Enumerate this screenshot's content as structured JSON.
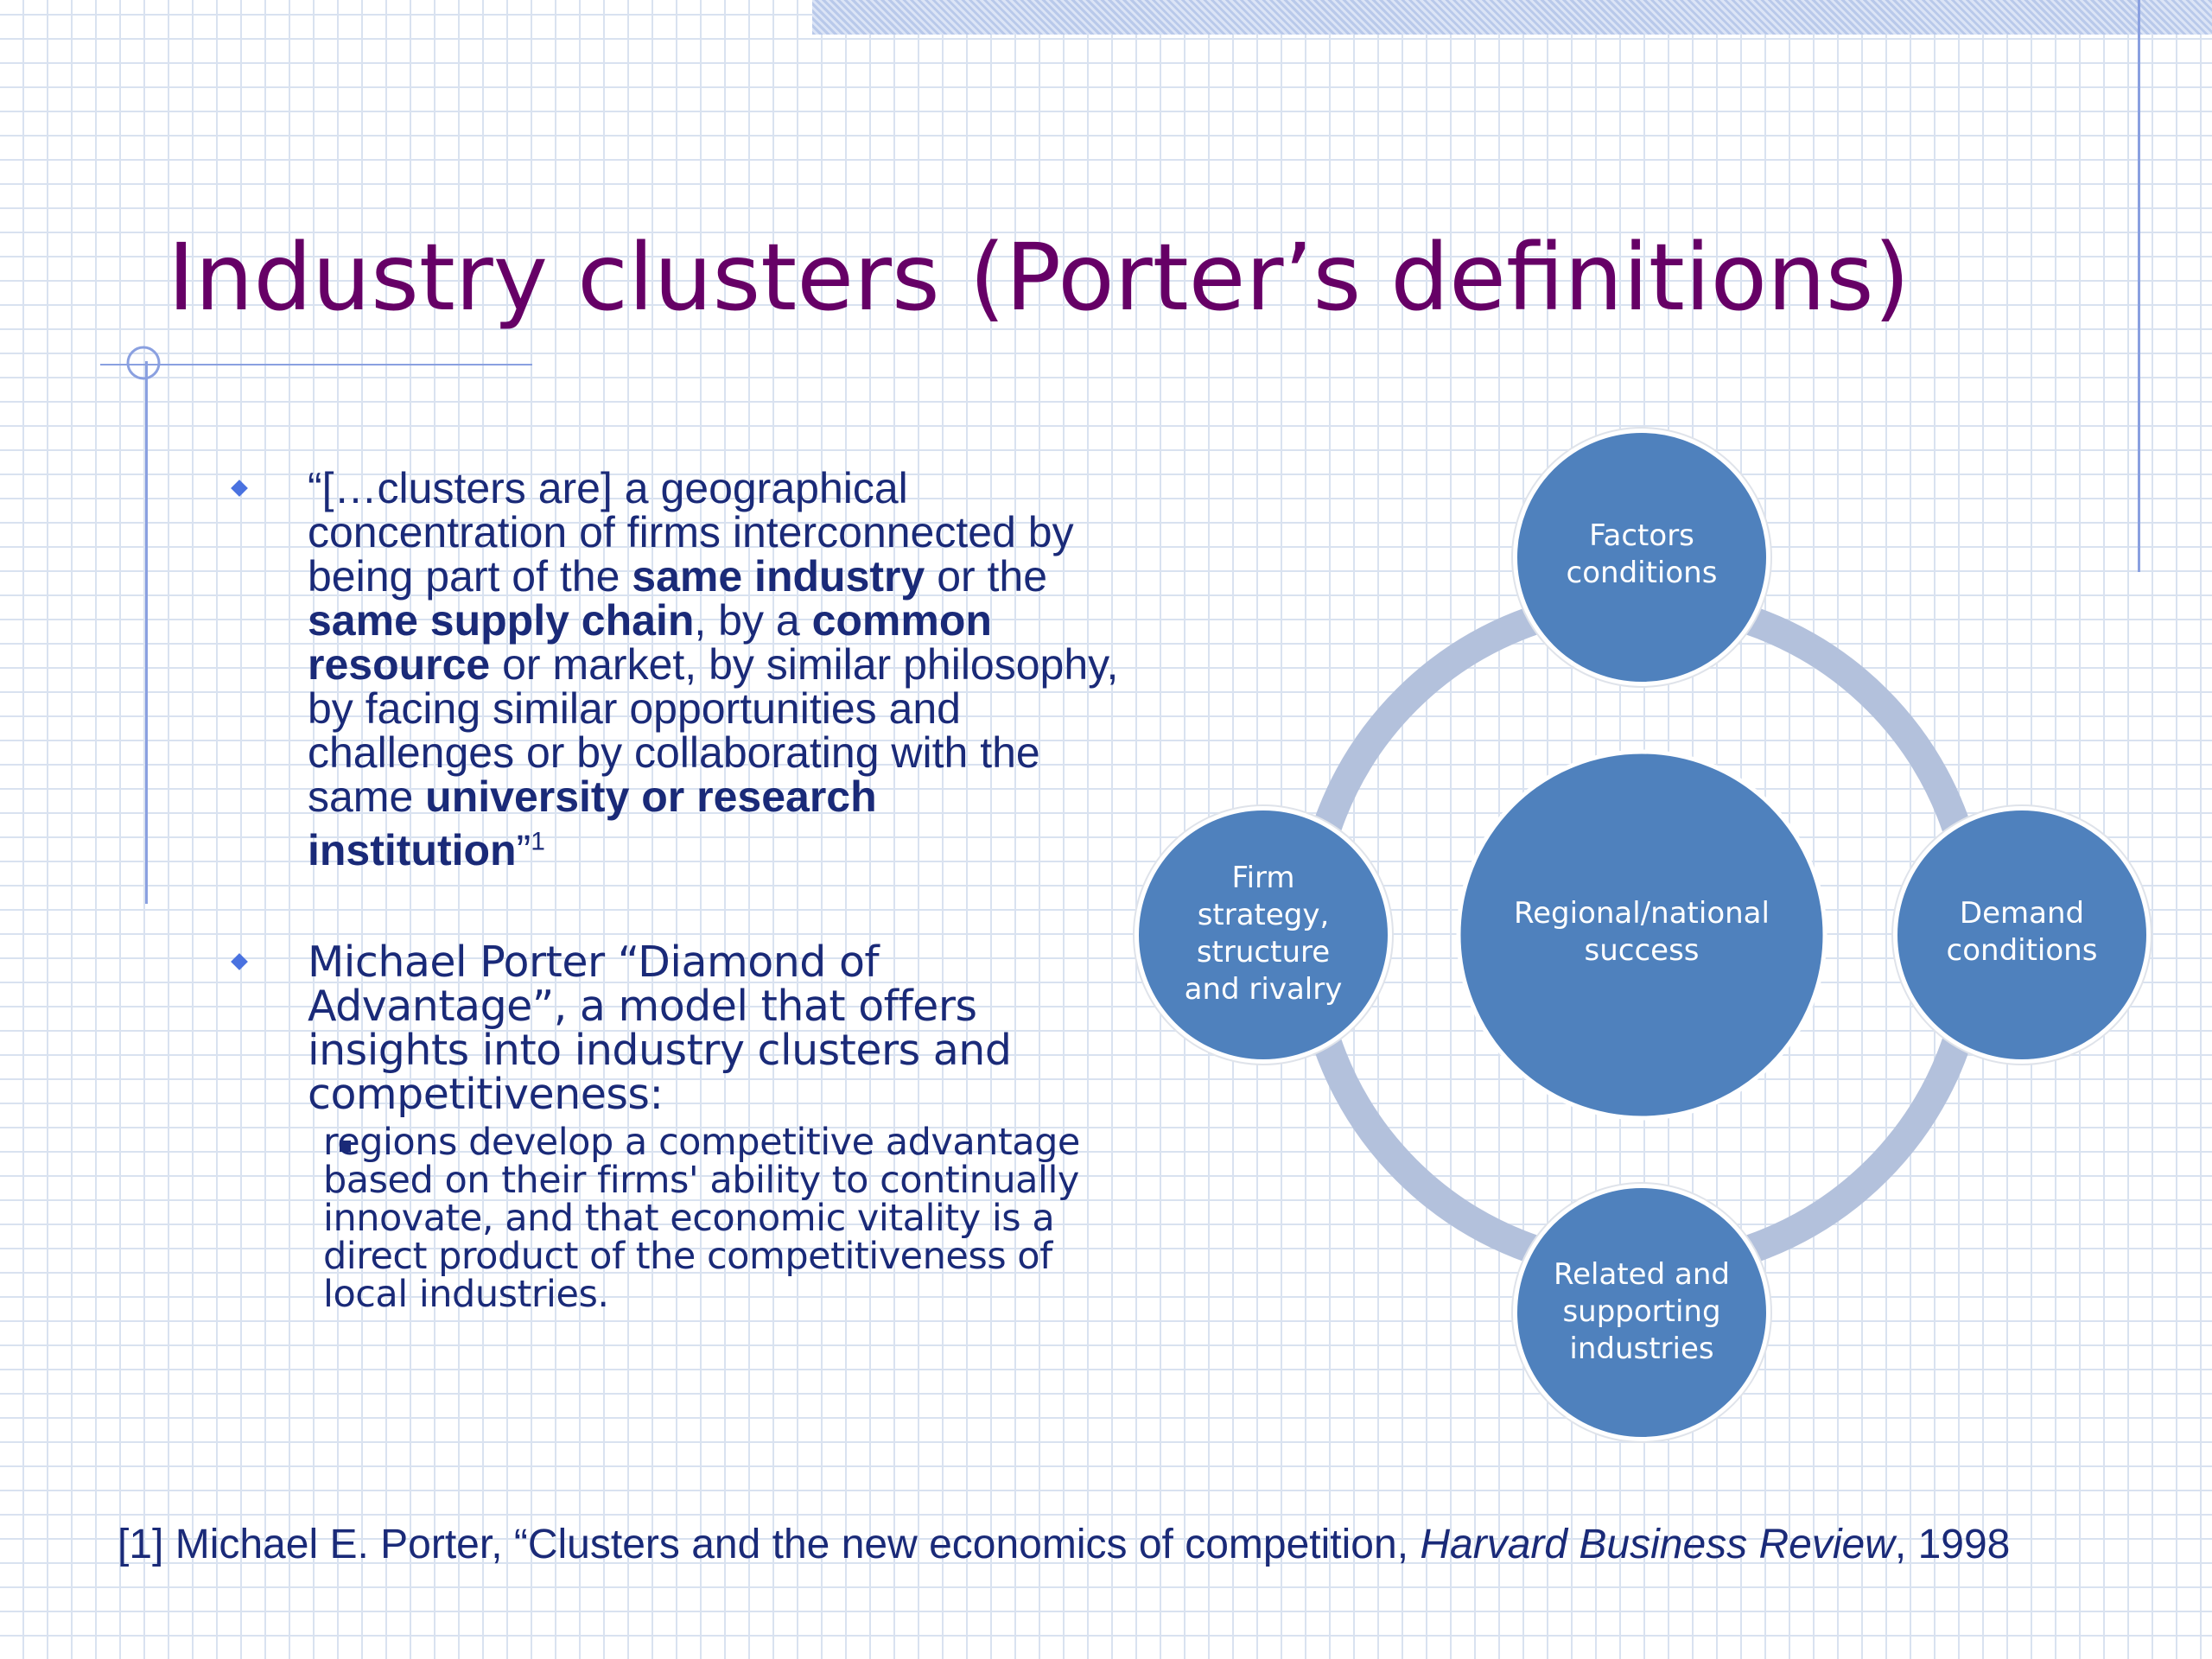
{
  "slide": {
    "title": "Industry clusters (Porter’s definitions)"
  },
  "bullets": {
    "quote": {
      "parts": [
        {
          "text": "“[…clusters are] a geographical concentration of firms interconnected by being part of the "
        },
        {
          "text": "same industry",
          "bold": true
        },
        {
          "text": " or the "
        },
        {
          "text": "same supply chain",
          "bold": true
        },
        {
          "text": ", by a "
        },
        {
          "text": "common resource",
          "bold": true
        },
        {
          "text": " or market, by similar philosophy, by facing similar opportunities and challenges or by collaborating with the same "
        },
        {
          "text": "university or research institution",
          "bold": true
        },
        {
          "text": "”"
        },
        {
          "text": "1",
          "sup": true
        }
      ]
    },
    "porter": {
      "text": "Michael Porter “Diamond of Advantage”, a model that offers insights into industry clusters and competitiveness:",
      "sub": [
        "regions develop a competitive advantage based on their firms' ability to continually innovate, and that economic vitality is a direct  product of the competitiveness of local industries."
      ]
    }
  },
  "diagram": {
    "center": [
      "Regional/national",
      "success"
    ],
    "top": [
      "Factors",
      "conditions"
    ],
    "right": [
      "Demand",
      "conditions"
    ],
    "bottom": [
      "Related and",
      "supporting",
      "industries"
    ],
    "left": [
      "Firm",
      "strategy,",
      "structure",
      "and rivalry"
    ]
  },
  "footnote": {
    "parts": [
      {
        "text": "[1] Michael E. Porter, “Clusters and the new economics of competition, "
      },
      {
        "text": "Harvard Business Review",
        "italic": true
      },
      {
        "text": ", 1998"
      }
    ]
  },
  "colors": {
    "title": "#660066",
    "body_text": "#1a2a78",
    "node_fill": "#4f81bd",
    "ring": "#b3c1dc",
    "accent_rule": "#8aa0e0"
  }
}
